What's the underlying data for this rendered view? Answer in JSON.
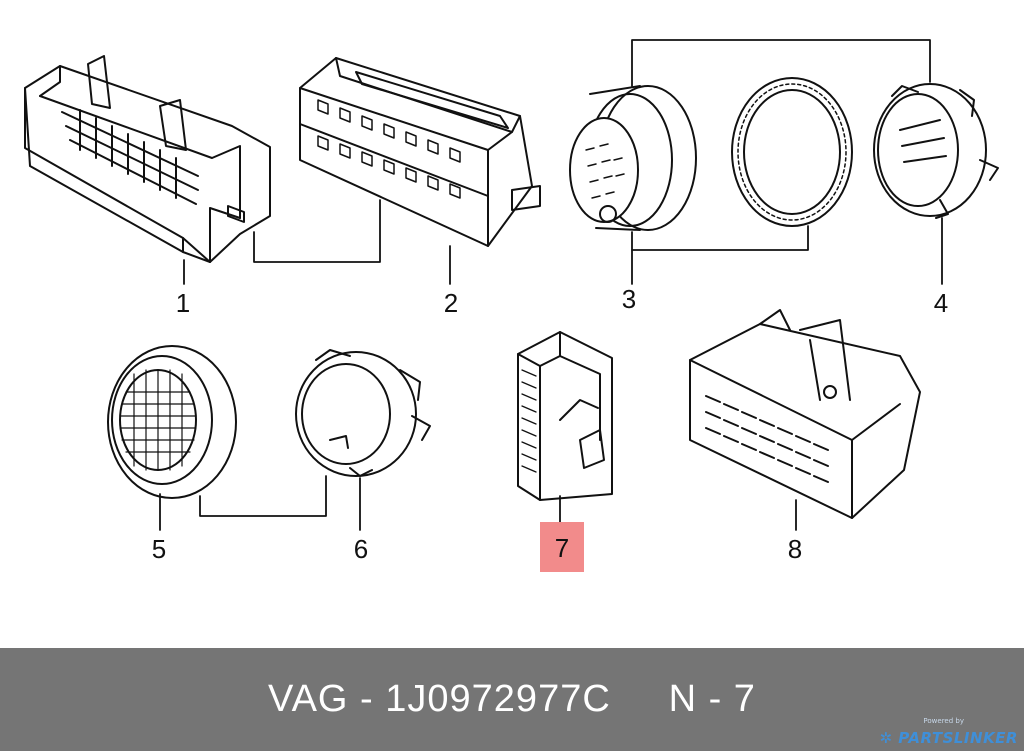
{
  "diagram": {
    "callouts": [
      {
        "id": "1",
        "label": "1",
        "highlighted": false
      },
      {
        "id": "2",
        "label": "2",
        "highlighted": false
      },
      {
        "id": "3",
        "label": "3",
        "highlighted": false
      },
      {
        "id": "4",
        "label": "4",
        "highlighted": false
      },
      {
        "id": "5",
        "label": "5",
        "highlighted": false
      },
      {
        "id": "6",
        "label": "6",
        "highlighted": false
      },
      {
        "id": "7",
        "label": "7",
        "highlighted": true
      },
      {
        "id": "8",
        "label": "8",
        "highlighted": false
      }
    ],
    "highlight_color": "#f28b8b"
  },
  "footer": {
    "brand_prefix": "VAG",
    "separator": " - ",
    "part_number": "1J0972977C",
    "position_label": "N - 7",
    "background_color": "#757575"
  },
  "watermark": {
    "sub": "Powered by",
    "brand": "PARTSLINKER",
    "brand_color": "#3f8fd8"
  }
}
